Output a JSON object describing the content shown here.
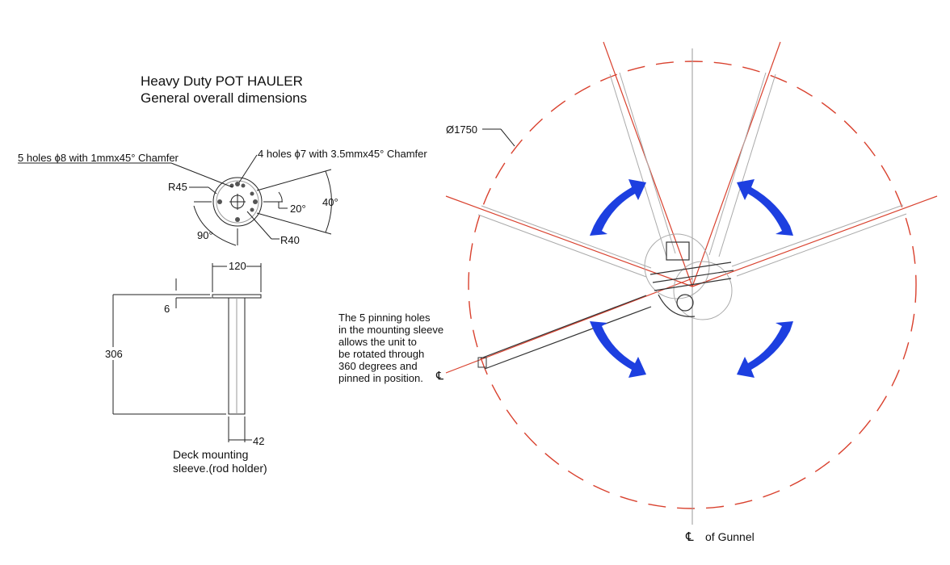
{
  "title": {
    "line1": "Heavy Duty POT HAULER",
    "line2": "General overall dimensions"
  },
  "flange_view": {
    "holes_5": "5 holes ϕ8 with 1mmx45° Chamfer",
    "holes_4": "4 holes ϕ7 with 3.5mmx45° Chamfer",
    "r45": "R45",
    "r40": "R40",
    "angle_20": "20°",
    "angle_40": "40°",
    "angle_90": "90°"
  },
  "sleeve_view": {
    "width_dim": "120",
    "thickness_dim": "6",
    "height_dim": "306",
    "diameter_dim": "42",
    "caption_line1": "Deck mounting",
    "caption_line2": "sleeve.(rod holder)"
  },
  "plan_view": {
    "diameter_label": "Ø1750",
    "note": [
      "The 5 pinning holes",
      "in the mounting sleeve",
      "allows the unit to",
      "be rotated through",
      "360 degrees and",
      "pinned in position."
    ],
    "centerline_symbol": "℄",
    "centerline_label": "of Gunnel"
  },
  "colors": {
    "arrow": "#1d3fe0",
    "centerline": "#d9412e"
  }
}
